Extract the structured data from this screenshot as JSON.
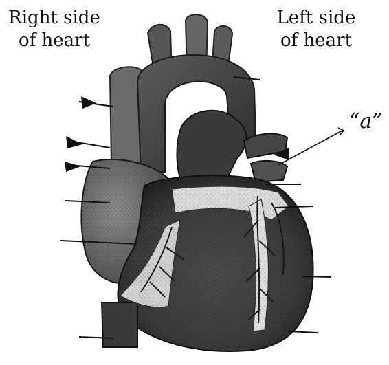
{
  "labels": {
    "right_side_line1": "Right side",
    "right_side_line2": "of heart",
    "left_side_line1": "Left side",
    "left_side_line2": "of heart",
    "marker_a": "“a”"
  },
  "colors": {
    "background": "#ffffff",
    "ink": "#111111",
    "heart_dark": "#2b2b2b",
    "heart_mid": "#5a5a5a",
    "heart_light": "#9a9a9a",
    "fat_tissue": "#d9d9d9"
  },
  "figure": {
    "type": "heart-anatomy-illustration",
    "style": "grayscale engraving with unlabeled leader lines"
  }
}
